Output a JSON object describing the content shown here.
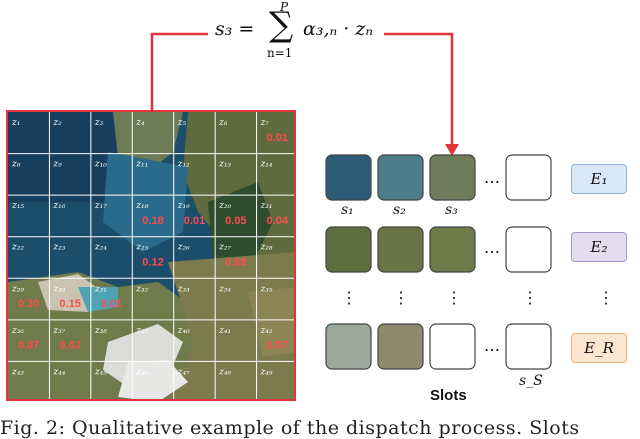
{
  "formula": {
    "lhs": "s₃ =",
    "sum_symbol": "∑",
    "sum_upper": "P",
    "sum_lower": "n=1",
    "rhs": "α₃,ₙ · zₙ"
  },
  "grid": {
    "rows": 7,
    "cols": 7,
    "patch_labels": [
      "z₁",
      "z₂",
      "z₃",
      "z₄",
      "z₅",
      "z₆",
      "z₇",
      "z₈",
      "z₉",
      "z₁₀",
      "z₁₁",
      "z₁₂",
      "z₁₃",
      "z₁₄",
      "z₁₅",
      "z₁₆",
      "z₁₇",
      "z₁₈",
      "z₁₉",
      "z₂₀",
      "z₂₁",
      "z₂₂",
      "z₂₃",
      "z₂₄",
      "z₂₅",
      "z₂₆",
      "z₂₇",
      "z₂₈",
      "z₂₉",
      "z₃₀",
      "z₃₁",
      "z₃₂",
      "z₃₃",
      "z₃₄",
      "z₃₅",
      "z₃₆",
      "z₃₇",
      "z₃₈",
      "z₃₉",
      "z₄₀",
      "z₄₁",
      "z₄₂",
      "z₄₃",
      "z₄₄",
      "z₄₅",
      "z₄₆",
      "z₄₇",
      "z₄₈",
      "z₄₉"
    ],
    "weights": [
      {
        "cell": 6,
        "value": "0.01"
      },
      {
        "cell": 17,
        "value": "0.18"
      },
      {
        "cell": 18,
        "value": "0.01"
      },
      {
        "cell": 19,
        "value": "0.05"
      },
      {
        "cell": 20,
        "value": "0.04"
      },
      {
        "cell": 24,
        "value": "0.12"
      },
      {
        "cell": 26,
        "value": "0.08"
      },
      {
        "cell": 28,
        "value": "0.30"
      },
      {
        "cell": 29,
        "value": "0.15"
      },
      {
        "cell": 30,
        "value": "0.01"
      },
      {
        "cell": 35,
        "value": "0.07"
      },
      {
        "cell": 36,
        "value": "0.03"
      },
      {
        "cell": 41,
        "value": "0.07"
      }
    ]
  },
  "slots": {
    "row_labels": [
      "s₁",
      "s₂",
      "s₃"
    ],
    "last_label": "s_S",
    "ellipsis": "…",
    "vdots": "⋮",
    "caption": "Slots"
  },
  "experts": [
    {
      "label": "E₁",
      "fill": "#d9e8f7",
      "border": "#8fb2dd"
    },
    {
      "label": "E₂",
      "fill": "#e4dcef",
      "border": "#a896c8"
    },
    {
      "label": "E_R",
      "fill": "#fde6cf",
      "border": "#e8b07e"
    }
  ],
  "caption": "Fig. 2: Qualitative example of the dispatch process. Slots",
  "colors": {
    "accent_red": "#e2343a",
    "weight_red": "#ff4d4d"
  }
}
